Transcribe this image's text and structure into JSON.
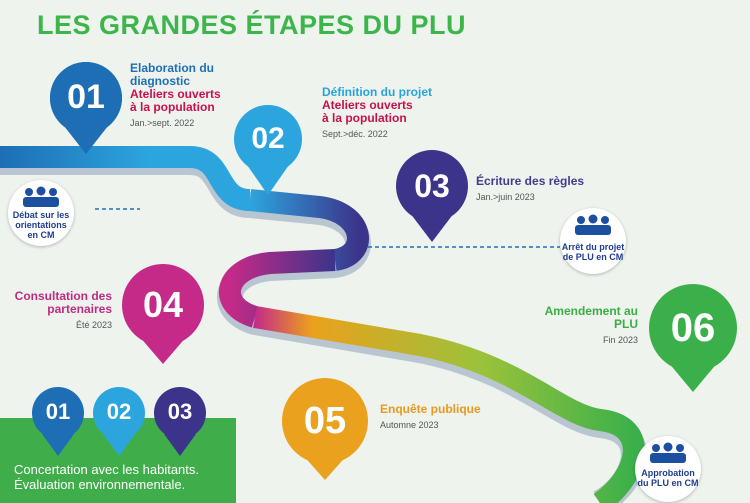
{
  "title": "LES GRANDES ÉTAPES DU PLU",
  "steps": [
    {
      "num": "01",
      "line1": "Elaboration du",
      "line2": "diagnostic",
      "line3": "Ateliers ouverts",
      "line4": "à la population",
      "date": "Jan.>sept. 2022",
      "color": "#1d6eb5"
    },
    {
      "num": "02",
      "line1": "Définition du projet",
      "line2": "Ateliers ouverts",
      "line3": "à la population",
      "date": "Sept.>déc. 2022",
      "color": "#2ca5de"
    },
    {
      "num": "03",
      "line1": "Écriture des règles",
      "date": "Jan.>juin 2023",
      "color": "#3c348a"
    },
    {
      "num": "04",
      "line1": "Consultation des",
      "line2": "partenaires",
      "date": "Été 2023",
      "color": "#c52a88"
    },
    {
      "num": "05",
      "line1": "Enquête publique",
      "date": "Automne 2023",
      "color": "#eaa11d"
    },
    {
      "num": "06",
      "line1": "Amendement au PLU",
      "date": "Fin 2023",
      "color": "#3bb04a"
    }
  ],
  "badges": [
    {
      "line1": "Débat sur les",
      "line2": "orientations",
      "line3": "en CM",
      "icon": "meeting-icon"
    },
    {
      "line1": "Arrêt du projet",
      "line2": "de PLU en CM",
      "icon": "meeting-icon"
    },
    {
      "line1": "Approbation",
      "line2": "du PLU en CM",
      "icon": "meeting-icon"
    }
  ],
  "concertation": {
    "pins": [
      "01",
      "02",
      "03"
    ],
    "line1": "Concertation avec les habitants.",
    "line2": "Évaluation environnementale."
  }
}
